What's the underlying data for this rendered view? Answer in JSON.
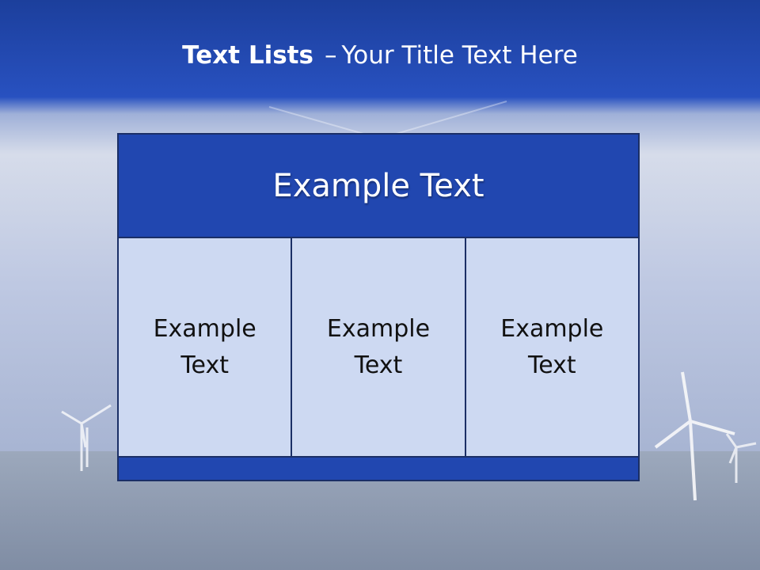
{
  "slide": {
    "title_bold": "Text Lists",
    "title_dash": "–",
    "title_rest": "Your Title Text Here",
    "header_text": "Example Text",
    "cells": [
      "Example Text",
      "Example Text",
      "Example Text"
    ]
  },
  "colors": {
    "banner": "#2147b0",
    "cell_fill": "#cdd9f2",
    "border": "#1b2f66",
    "text_light": "#ffffff"
  }
}
